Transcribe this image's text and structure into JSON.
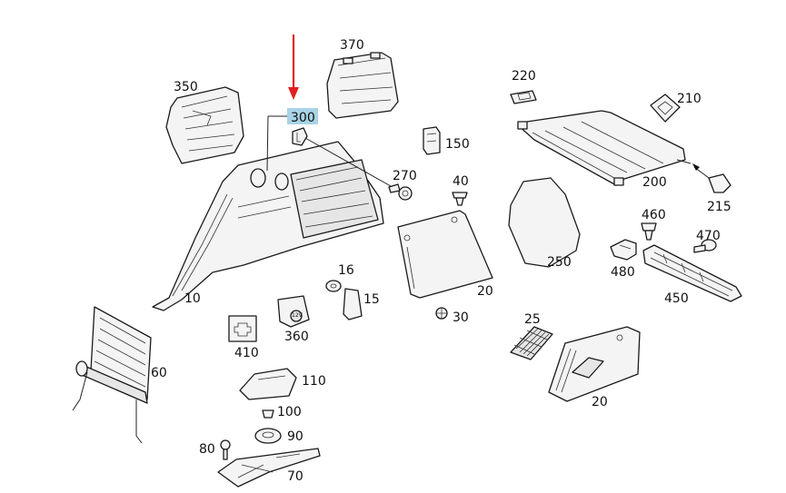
{
  "colors": {
    "highlight": "#a9d3e6",
    "arrow": "#e02020",
    "line": "#1a1a1a"
  },
  "callouts": {
    "p10": "10",
    "p15": "15",
    "p16": "16",
    "p20a": "20",
    "p20b": "20",
    "p25": "25",
    "p30": "30",
    "p40": "40",
    "p60": "60",
    "p70": "70",
    "p80": "80",
    "p90": "90",
    "p100": "100",
    "p110": "110",
    "p150": "150",
    "p200": "200",
    "p210": "210",
    "p215": "215",
    "p220": "220",
    "p250": "250",
    "p270": "270",
    "p300": "300",
    "p350": "350",
    "p360": "360",
    "p370": "370",
    "p410": "410",
    "p450": "450",
    "p460": "460",
    "p470": "470",
    "p480": "480"
  },
  "socket_label": "12V"
}
